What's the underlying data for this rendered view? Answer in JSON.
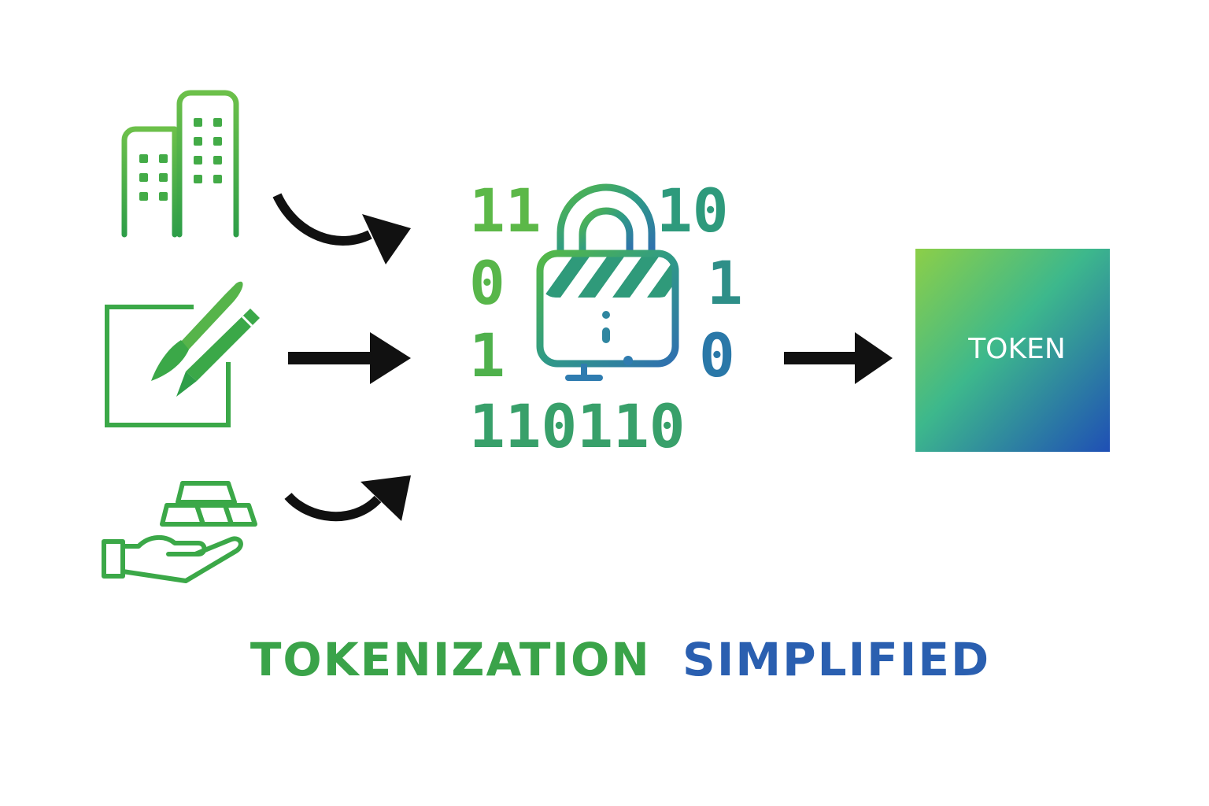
{
  "binary_rows": [
    "11",
    "10",
    "0",
    "1",
    "1",
    "0",
    "110110"
  ],
  "token": {
    "label": "TOKEN",
    "gradient_start": "#8ccf48",
    "gradient_mid": "#3db88c",
    "gradient_end": "#1f4fb5"
  },
  "caption": {
    "word_one": "TOKENIZATION",
    "word_two": "SIMPLIFIED",
    "word_one_color": "#3aa349",
    "word_two_color": "#2a5fb0"
  },
  "icons": {
    "asset_one": "buildings-icon",
    "asset_two": "art-canvas-brush-pen-icon",
    "asset_three": "gold-bars-hand-icon",
    "process": "padlock-icon",
    "flow": "arrow-icon"
  },
  "colors": {
    "icon_green": "#3ba848",
    "arrow": "#111111"
  }
}
